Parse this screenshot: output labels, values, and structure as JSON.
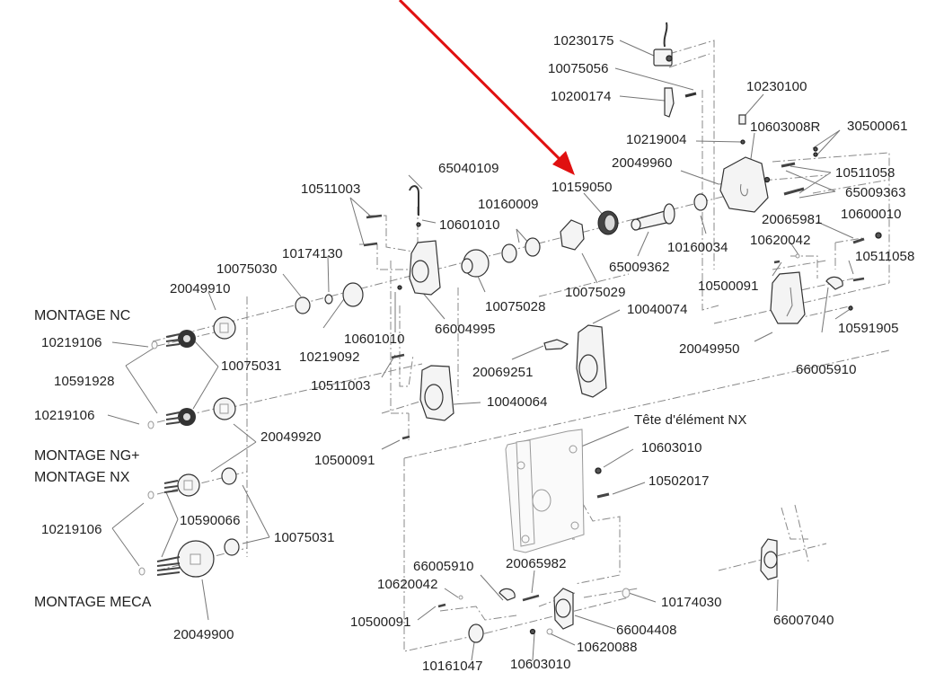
{
  "diagram": {
    "title": "Exploded parts view - element head assembly",
    "pointer_arrow": {
      "color": "#e01010",
      "target_label": "10159050"
    },
    "sections": [
      {
        "id": "nc",
        "label": "MONTAGE NC"
      },
      {
        "id": "ngplus",
        "label": "MONTAGE NG+"
      },
      {
        "id": "nx",
        "label": "MONTAGE NX"
      },
      {
        "id": "meca",
        "label": "MONTAGE MECA"
      }
    ],
    "head_label": "Tête d'élément NX",
    "parts": [
      {
        "ref": "10230175"
      },
      {
        "ref": "10075056"
      },
      {
        "ref": "10200174"
      },
      {
        "ref": "10230100"
      },
      {
        "ref": "10603008R"
      },
      {
        "ref": "30500061"
      },
      {
        "ref": "10219004"
      },
      {
        "ref": "20049960"
      },
      {
        "ref": "10511058"
      },
      {
        "ref": "65009363"
      },
      {
        "ref": "65040109"
      },
      {
        "ref": "10511003"
      },
      {
        "ref": "10160009"
      },
      {
        "ref": "10159050"
      },
      {
        "ref": "10601010"
      },
      {
        "ref": "20065981"
      },
      {
        "ref": "10600010"
      },
      {
        "ref": "10174130"
      },
      {
        "ref": "10620042"
      },
      {
        "ref": "10160034"
      },
      {
        "ref": "10075030"
      },
      {
        "ref": "65009362"
      },
      {
        "ref": "10511058"
      },
      {
        "ref": "20049910"
      },
      {
        "ref": "10500091"
      },
      {
        "ref": "10075028"
      },
      {
        "ref": "10075029"
      },
      {
        "ref": "66004995"
      },
      {
        "ref": "10040074"
      },
      {
        "ref": "10219106"
      },
      {
        "ref": "10601010"
      },
      {
        "ref": "10591905"
      },
      {
        "ref": "10075031"
      },
      {
        "ref": "10219092"
      },
      {
        "ref": "20049950"
      },
      {
        "ref": "10591928"
      },
      {
        "ref": "20069251"
      },
      {
        "ref": "66005910"
      },
      {
        "ref": "10511003"
      },
      {
        "ref": "10040064"
      },
      {
        "ref": "10219106"
      },
      {
        "ref": "20049920"
      },
      {
        "ref": "10500091"
      },
      {
        "ref": "10603010"
      },
      {
        "ref": "10502017"
      },
      {
        "ref": "10219106"
      },
      {
        "ref": "10590066"
      },
      {
        "ref": "10075031"
      },
      {
        "ref": "66005910"
      },
      {
        "ref": "20065982"
      },
      {
        "ref": "10620042"
      },
      {
        "ref": "10174030"
      },
      {
        "ref": "66007040"
      },
      {
        "ref": "10500091"
      },
      {
        "ref": "66004408"
      },
      {
        "ref": "20049900"
      },
      {
        "ref": "10620088"
      },
      {
        "ref": "10161047"
      },
      {
        "ref": "10603010"
      }
    ]
  }
}
